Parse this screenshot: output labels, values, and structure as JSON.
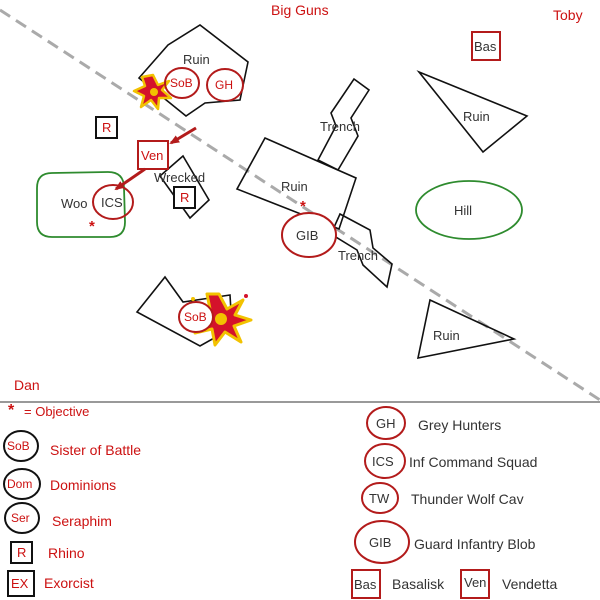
{
  "players": {
    "top": "Big Guns",
    "top_right": "Toby",
    "bottom_left": "Dan"
  },
  "terrain": {
    "ruin_top": "Ruin",
    "ruin_center": "Ruin",
    "ruin_triangle_top": "Ruin",
    "ruin_triangle_bottom": "Ruin",
    "trench_top": "Trench",
    "trench_bottom": "Trench",
    "wood": "Woo",
    "wrecked": "Wrecked",
    "hill": "Hill"
  },
  "units": {
    "sob_top": "SoB",
    "gh": "GH",
    "ics": "ICS",
    "ven": "Ven",
    "rhino_left": "R",
    "rhino_center": "R",
    "gib": "GIB",
    "bas": "Bas",
    "sob_bottom": "SoB"
  },
  "legend": {
    "objective": {
      "symbol": "*",
      "label": "= Objective"
    },
    "sob": {
      "abbr": "SoB",
      "name": "Sister of Battle"
    },
    "dom": {
      "abbr": "Dom",
      "name": "Dominions"
    },
    "ser": {
      "abbr": "Ser",
      "name": "Seraphim"
    },
    "rhino": {
      "abbr": "R",
      "name": "Rhino"
    },
    "exorcist": {
      "abbr": "EX",
      "name": "Exorcist"
    },
    "gh": {
      "abbr": "GH",
      "name": "Grey Hunters"
    },
    "ics": {
      "abbr": "ICS",
      "name": "Inf Command Squad"
    },
    "tw": {
      "abbr": "TW",
      "name": "Thunder Wolf Cav"
    },
    "gib": {
      "abbr": "GIB",
      "name": "Guard Infantry Blob"
    },
    "bas": {
      "abbr": "Bas",
      "name": "Basalisk"
    },
    "ven": {
      "abbr": "Ven",
      "name": "Vendetta"
    }
  },
  "colors": {
    "unit_text": "#cc1111",
    "unit_outline": "#b31b1b",
    "hill_outline": "#2e8b2e",
    "deployment_line": "#aaaaaa",
    "terrain": "#111111"
  }
}
